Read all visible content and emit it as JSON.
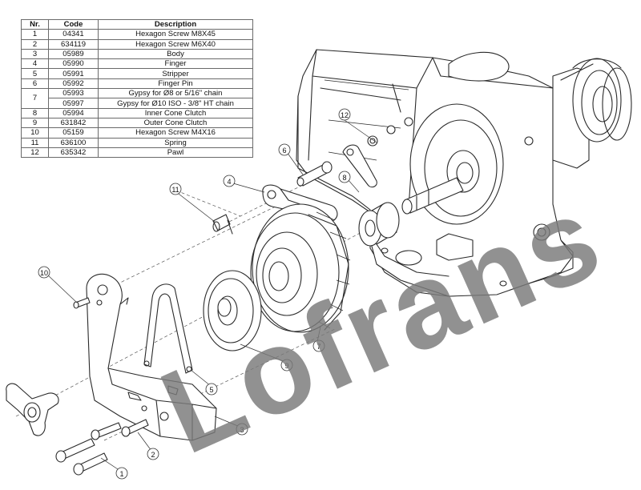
{
  "table": {
    "headers": {
      "nr": "Nr.",
      "code": "Code",
      "description": "Description"
    },
    "rows": [
      {
        "nr": "1",
        "code": "04341",
        "description": "Hexagon Screw M8X45"
      },
      {
        "nr": "2",
        "code": "634119",
        "description": "Hexagon Screw M6X40"
      },
      {
        "nr": "3",
        "code": "05989",
        "description": "Body"
      },
      {
        "nr": "4",
        "code": "05990",
        "description": "Finger"
      },
      {
        "nr": "5",
        "code": "05991",
        "description": "Stripper"
      },
      {
        "nr": "6",
        "code": "05992",
        "description": "Finger Pin"
      },
      {
        "nr": "7",
        "code": "05993",
        "description": "Gypsy for  Ø8 or 5/16\" chain",
        "code2": "05997",
        "description2": "Gypsy for Ø10 ISO - 3/8\" HT chain"
      },
      {
        "nr": "8",
        "code": "05994",
        "description": "Inner Cone Clutch"
      },
      {
        "nr": "9",
        "code": "631842",
        "description": "Outer Cone Clutch"
      },
      {
        "nr": "10",
        "code": "05159",
        "description": "Hexagon Screw M4X16"
      },
      {
        "nr": "11",
        "code": "636100",
        "description": "Spring"
      },
      {
        "nr": "12",
        "code": "635342",
        "description": "Pawl"
      }
    ]
  },
  "callouts": [
    "1",
    "2",
    "3",
    "4",
    "5",
    "6",
    "7",
    "8",
    "9",
    "10",
    "11",
    "12"
  ],
  "watermark": {
    "text": "Lofrans",
    "color": "#7a7a7a"
  },
  "colors": {
    "line": "#2a2a2a",
    "background": "#ffffff"
  }
}
